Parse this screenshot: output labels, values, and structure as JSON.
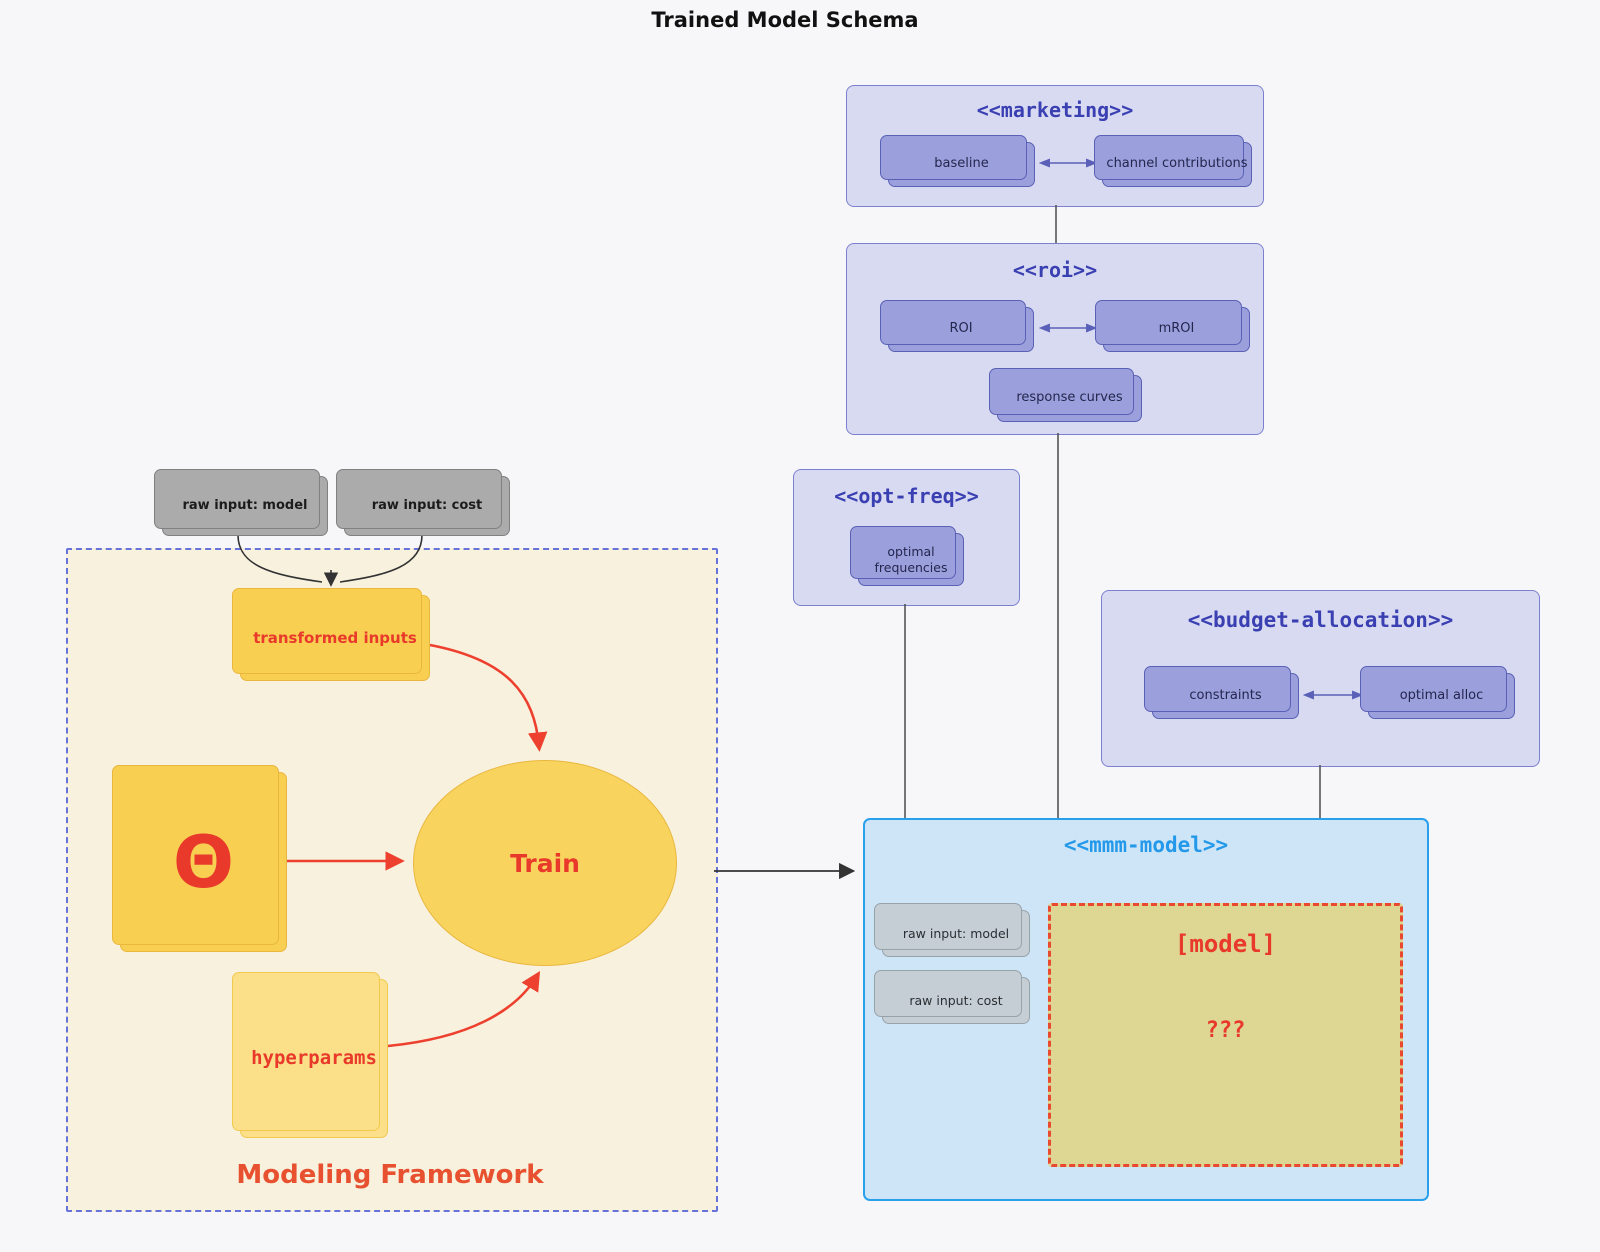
{
  "title": "Trained Model Schema",
  "colors": {
    "background": "#f7f7f9",
    "purple_group_fill": "#d8daf2",
    "purple_group_border": "#7b80cf",
    "purple_title": "#3a40b2",
    "purple_node_fill": "#9ba0dd",
    "purple_node_border": "#5a60b5",
    "blue_group_fill": "#cee5f7",
    "blue_group_border": "#29a0ec",
    "blue_title": "#2499ea",
    "gray_node_fill": "#ababab",
    "slate_node_fill": "#c5ced4",
    "cream_fill": "#f8f1de",
    "cream_border": "#6673d8",
    "yellow_fill": "#f9cf52",
    "yellow_light_fill": "#fbe089",
    "khaki_fill": "#ded794",
    "red_accent": "#e8392b",
    "edge_dark": "#4a4a4a"
  },
  "external_inputs": {
    "raw_model": "raw input: model",
    "raw_cost": "raw input: cost"
  },
  "modeling_framework": {
    "label": "Modeling Framework",
    "transformed_inputs": "transformed inputs",
    "theta": "Θ",
    "train": "Train",
    "hyperparams": "hyperparams"
  },
  "marketing": {
    "title": "<<marketing>>",
    "baseline": "baseline",
    "channel_contributions": "channel contributions"
  },
  "roi": {
    "title": "<<roi>>",
    "roi": "ROI",
    "mroi": "mROI",
    "response_curves": "response curves"
  },
  "opt_freq": {
    "title": "<<opt-freq>>",
    "optimal_frequencies": "optimal frequencies"
  },
  "budget_allocation": {
    "title": "<<budget-allocation>>",
    "constraints": "constraints",
    "optimal_alloc": "optimal alloc"
  },
  "mmm_model": {
    "title": "<<mmm-model>>",
    "raw_model": "raw input: model",
    "raw_cost": "raw input: cost",
    "model_placeholder": "[model]",
    "unknown": "???"
  }
}
